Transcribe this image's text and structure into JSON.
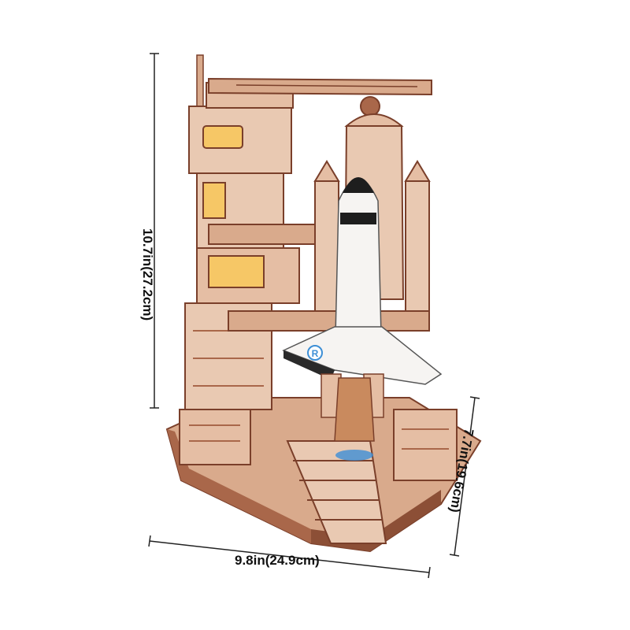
{
  "dimensions": {
    "height": "10.7in(27.2cm)",
    "width": "9.8in(24.9cm)",
    "depth": "7.7in(19.6cm)"
  },
  "model": {
    "shuttle_mark": "R",
    "colors": {
      "wood_light": "#e9c9b2",
      "wood_mid": "#d9aa8c",
      "wood_dark": "#a9674a",
      "wood_shadow": "#7a3f2a",
      "glow": "#f6c766",
      "shuttle_white": "#f6f4f2",
      "shuttle_black": "#1e1e1e",
      "engine_blue": "#3d8fd6"
    }
  }
}
